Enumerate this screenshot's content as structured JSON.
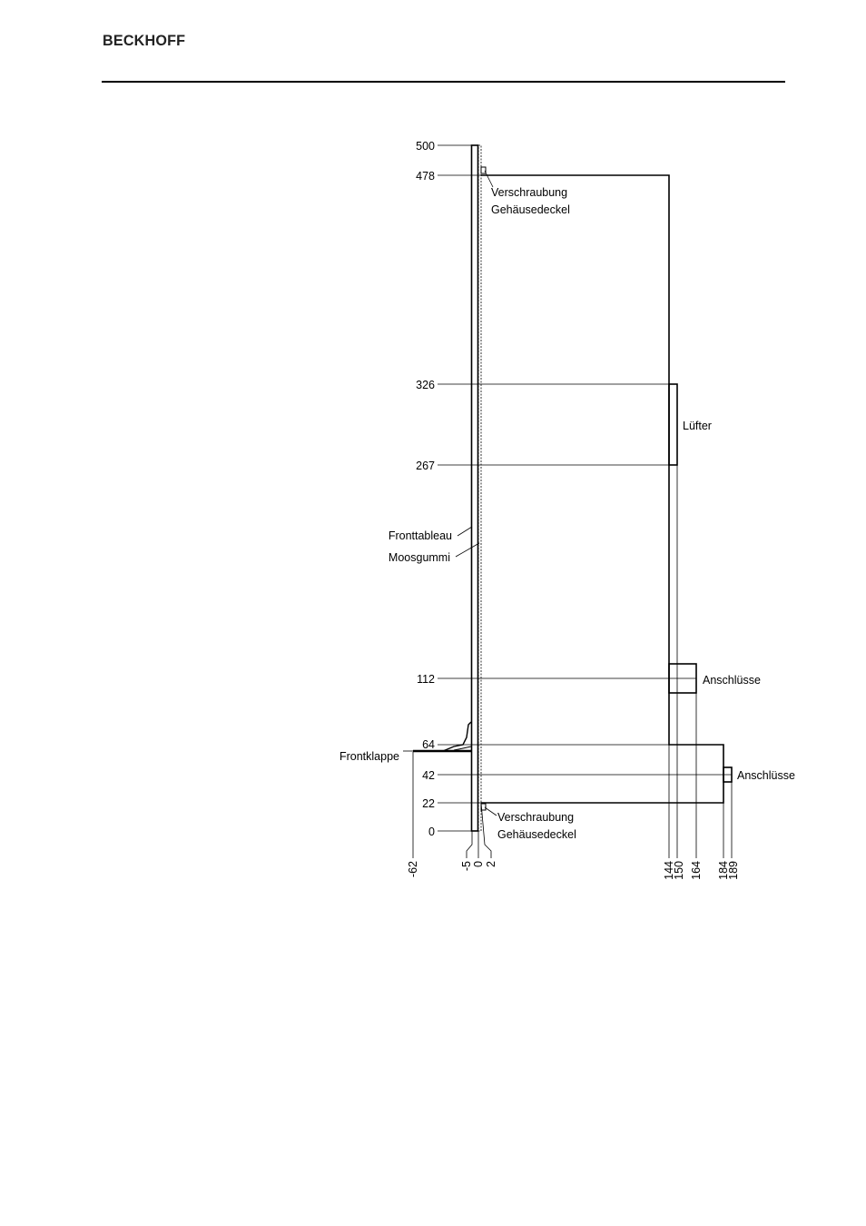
{
  "header": {
    "brand": "BECKHOFF"
  },
  "diagram": {
    "height_labels": [
      "500",
      "478",
      "326",
      "267",
      "112",
      "64",
      "42",
      "22",
      "0"
    ],
    "depth_labels": [
      "-62",
      "-5",
      "0",
      "2",
      "144",
      "150",
      "164",
      "184",
      "189"
    ],
    "annotations": {
      "screw_top_line1": "Verschraubung",
      "screw_top_line2": "Gehäusedeckel",
      "fan": "Lüfter",
      "front_panel": "Fronttableau",
      "foam_rubber": "Moosgummi",
      "connections_1": "Anschlüsse",
      "front_flap": "Frontklappe",
      "connections_2": "Anschlüsse",
      "screw_bottom_line1": "Verschraubung",
      "screw_bottom_line2": "Gehäusedeckel"
    }
  }
}
